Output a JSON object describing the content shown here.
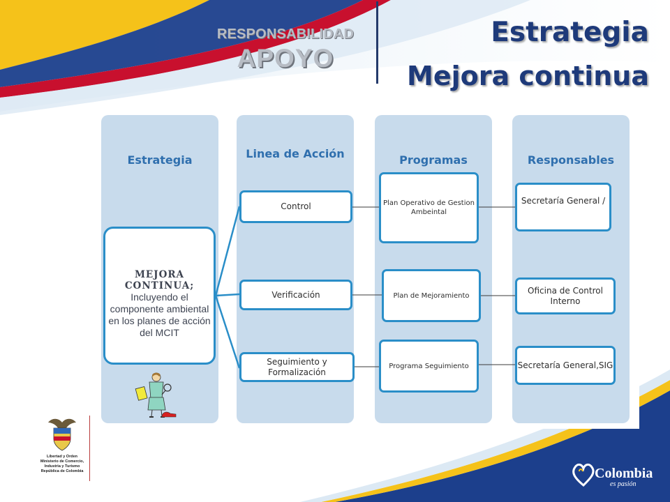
{
  "header": {
    "subtitle_top": "RESPONSABILIDAD",
    "subtitle_bottom": "APOYO",
    "title_line1": "Estrategia",
    "title_line2": "Mejora continua"
  },
  "columns": [
    {
      "heading": "Estrategia"
    },
    {
      "heading": "Linea de Acción"
    },
    {
      "heading": "Programas"
    },
    {
      "heading": "Responsables"
    }
  ],
  "strategy_box": {
    "strong": "MEJORA CONTINUA;",
    "text": "Incluyendo el componente ambiental en los planes de acción del MCIT"
  },
  "actions": [
    "Control",
    "Verificación",
    "Seguimiento y Formalización"
  ],
  "programs": [
    "Plan Operativo de Gestion Ambeintal",
    "Plan de Mejoramiento",
    "Programa Seguimiento"
  ],
  "responsibles": [
    "Secretaría General /",
    "Oficina de Control Interno",
    "Secretaría General,SIG"
  ],
  "footer": {
    "motto": "Libertad y Orden",
    "ministry_line1": "Ministerio de Comercio,",
    "ministry_line2": "Industria y Turismo",
    "ministry_line3": "República de Colombia",
    "brand": "Colombia",
    "brand_sub": "es pasión"
  },
  "colors": {
    "accent_blue": "#2a8ec8",
    "column_bg": "#c8dbec",
    "title_blue": "#1e3a7a",
    "wave_yellow": "#f5c21a",
    "wave_blue": "#1c3f8c",
    "wave_red": "#c8102e"
  }
}
